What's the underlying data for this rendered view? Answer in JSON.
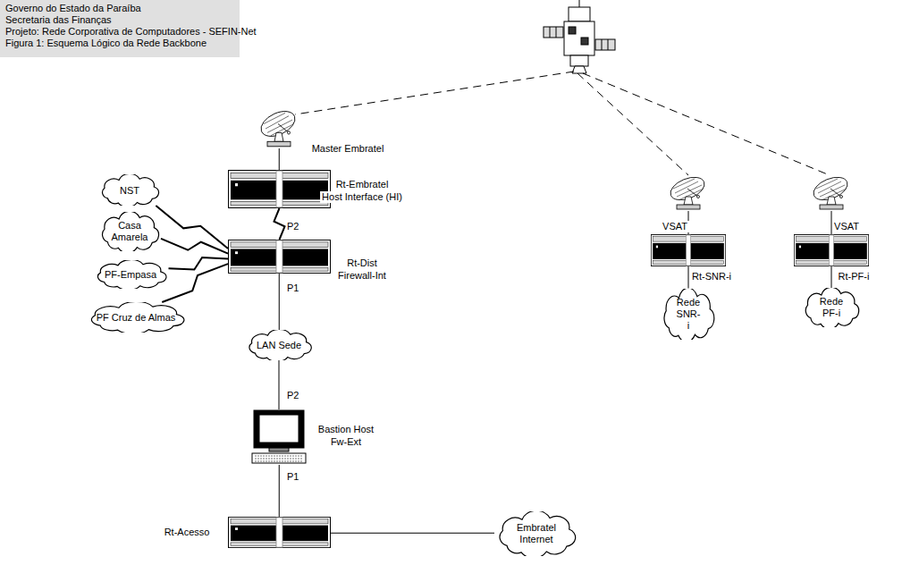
{
  "diagram": {
    "title": "Governo do Estado da Paraíba",
    "nodes": [
      {
        "text": [
          "Master Embratel"
        ]
      },
      {
        "text": [
          "Rt-Embratel",
          "Host Interface (HI)"
        ]
      },
      {
        "text": [
          "NST"
        ]
      },
      {
        "text": [
          "Casa Amarela"
        ]
      },
      {
        "text": [
          "PF-Empasa"
        ]
      },
      {
        "text": [
          "PF Cruz de Almas"
        ]
      },
      {
        "text": [
          "Rt-Dist",
          "Firewall-Int"
        ]
      },
      {
        "text": [
          "LAN Sede"
        ]
      },
      {
        "text": [
          "Bastion Host",
          "Fw-Ext"
        ]
      },
      {
        "text": [
          "Rt-Acesso"
        ]
      },
      {
        "text": [
          "Embratel Internet"
        ]
      },
      {
        "text": [
          "VSAT"
        ]
      },
      {
        "text": [
          "Rt-SNR-i"
        ]
      },
      {
        "text": [
          "Rede SNR-i"
        ]
      },
      {
        "text": [
          "VSAT"
        ]
      },
      {
        "text": [
          "Rt-PF-i"
        ]
      },
      {
        "text": [
          "Rede PF-i"
        ]
      }
    ],
    "edges": [
      {
        "from": 0,
        "to": 1,
        "arrow": "none"
      },
      {
        "from": 1,
        "to": 6,
        "arrow": "none"
      },
      {
        "from": 2,
        "to": 6,
        "arrow": "none"
      },
      {
        "from": 3,
        "to": 6,
        "arrow": "none"
      },
      {
        "from": 4,
        "to": 6,
        "arrow": "none"
      },
      {
        "from": 5,
        "to": 6,
        "arrow": "none"
      },
      {
        "from": 6,
        "to": 7,
        "arrow": "none"
      },
      {
        "from": 7,
        "to": 8,
        "arrow": "none"
      },
      {
        "from": 8,
        "to": 9,
        "arrow": "none"
      },
      {
        "from": 9,
        "to": 10,
        "arrow": "none"
      },
      {
        "from": 11,
        "to": 12,
        "arrow": "none"
      },
      {
        "from": 12,
        "to": 13,
        "arrow": "none"
      },
      {
        "from": 14,
        "to": 15,
        "arrow": "none"
      },
      {
        "from": 15,
        "to": 16,
        "arrow": "none"
      }
    ],
    "labels": [
      "Secretaria das Finanças",
      "Projeto: Rede Corporativa de Computadores - SEFIN-Net",
      "Figura 1: Esquema Lógico da Rede Backbone",
      "P2",
      "P1",
      "P2",
      "P1"
    ]
  }
}
